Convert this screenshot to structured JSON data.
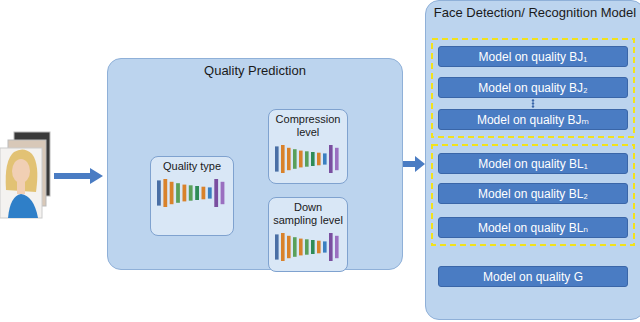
{
  "diagram": {
    "nodes": [
      {
        "text": [
          "Quality Prediction"
        ]
      },
      {
        "text": [
          "Quality type"
        ],
        "in": 0
      },
      {
        "text": [
          "Compression level"
        ],
        "in": 0
      },
      {
        "text": [
          "Down sampling level"
        ],
        "in": 0
      },
      {
        "text": [
          "Face Detection/ Recognition Model"
        ]
      },
      {
        "text": [
          "Model on quality BJ₁"
        ],
        "in": 4
      },
      {
        "text": [
          "Model on quality BJ₂"
        ],
        "in": 4
      },
      {
        "text": [
          "Model on quality BJₘ"
        ],
        "in": 4
      },
      {
        "text": [
          "Model on quality BL₁"
        ],
        "in": 4
      },
      {
        "text": [
          "Model on quality BL₂"
        ],
        "in": 4
      },
      {
        "text": [
          "Model on quality BLₙ"
        ],
        "in": 4
      },
      {
        "text": [
          "Model on quality G"
        ],
        "in": 4
      }
    ],
    "edges": [
      {
        "from": 0,
        "to": 4,
        "arrow": "to"
      }
    ]
  }
}
